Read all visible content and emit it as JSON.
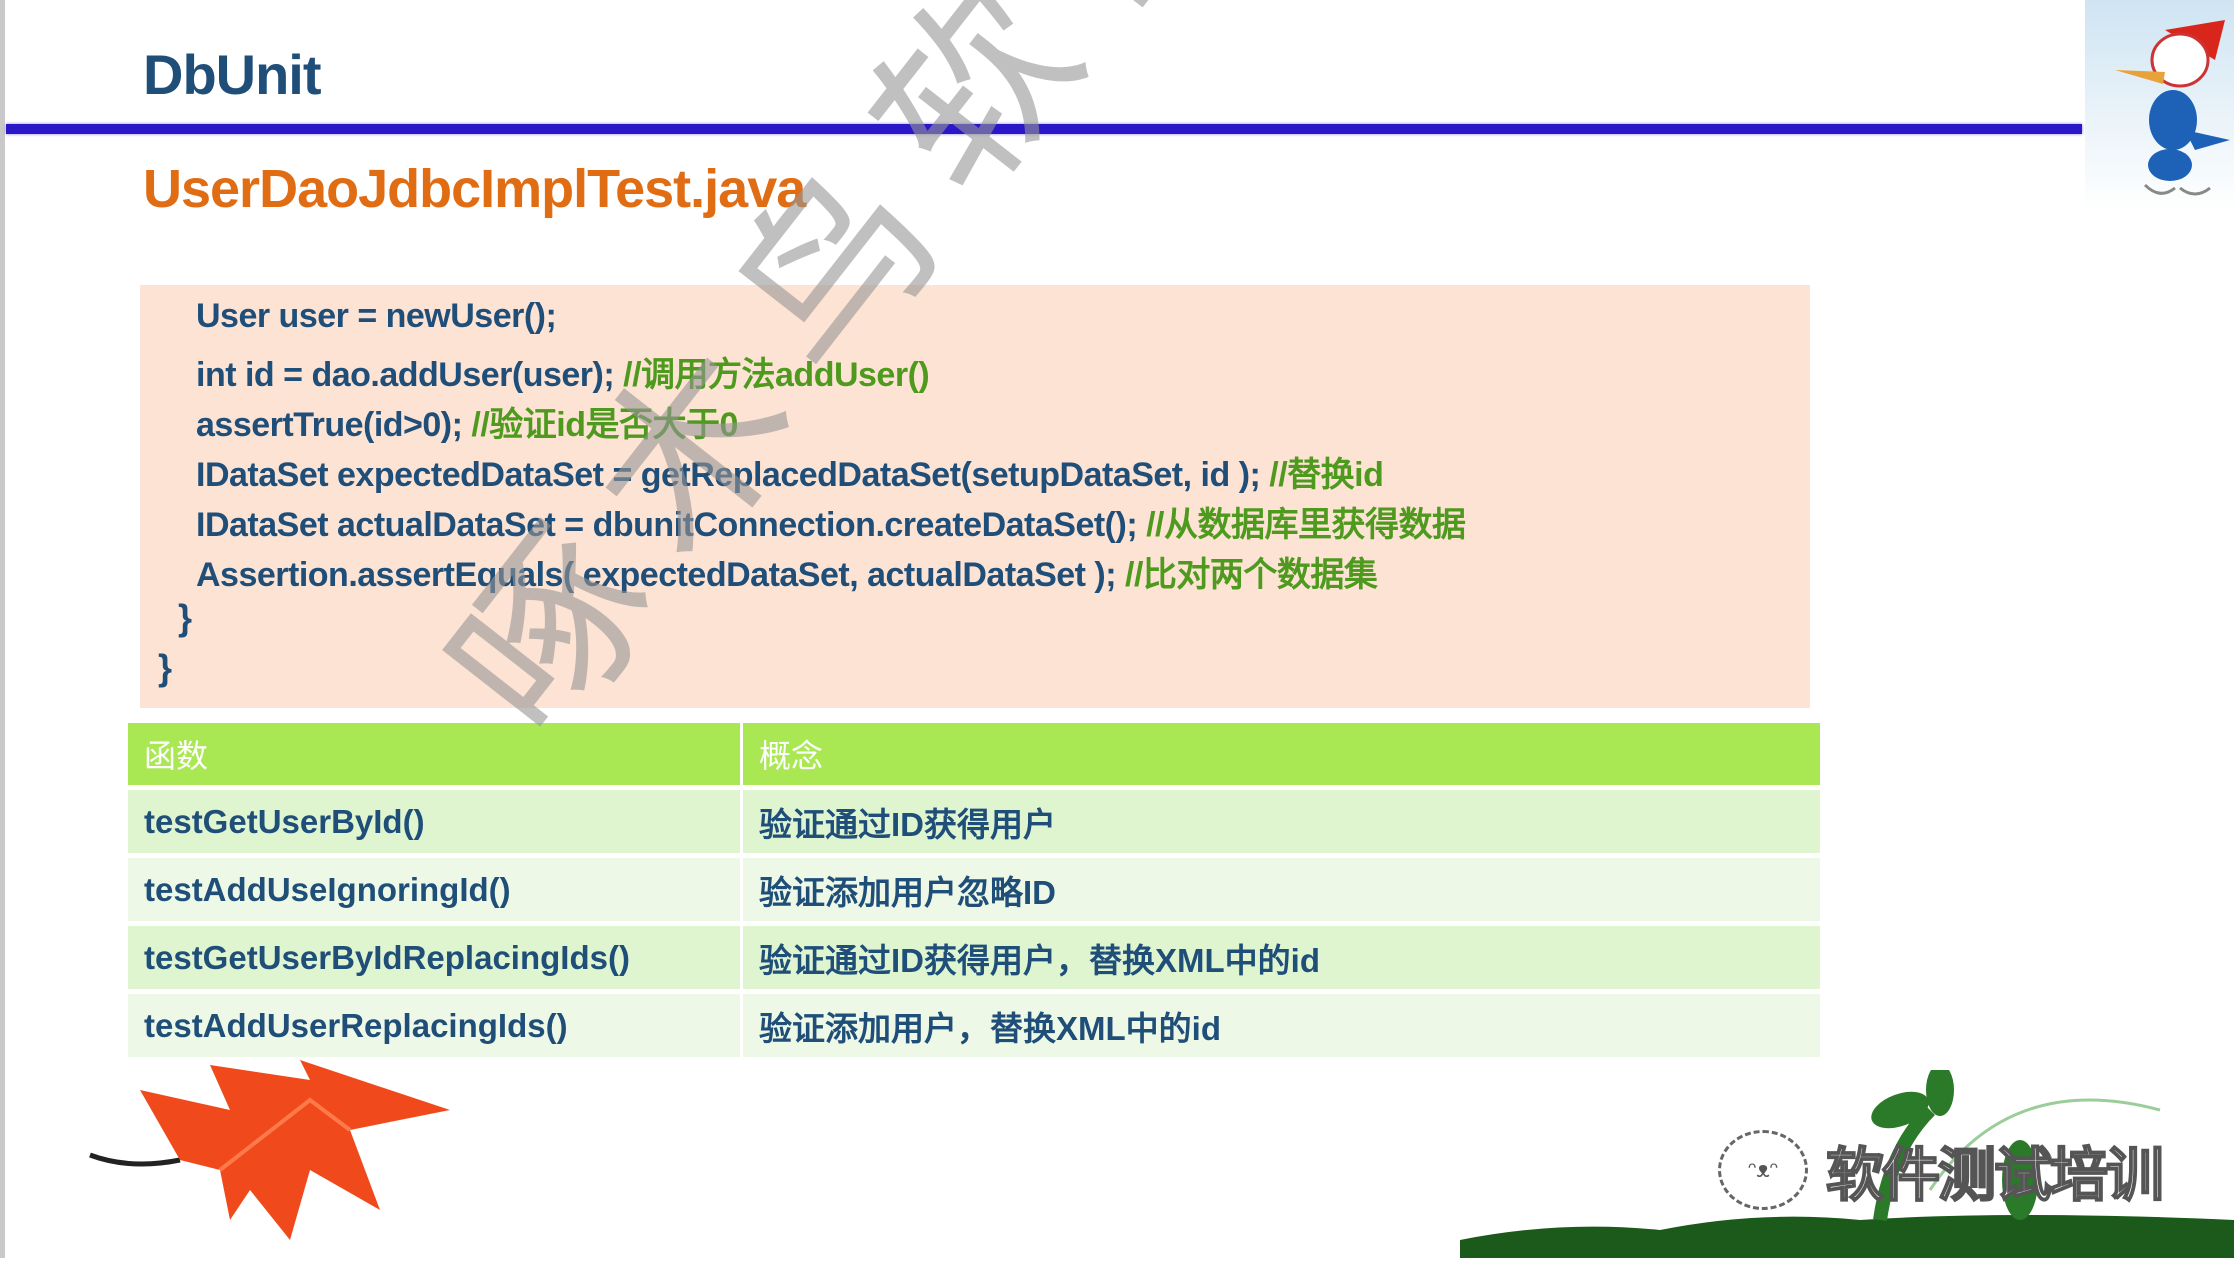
{
  "slide": {
    "title": "DbUnit",
    "subtitle": "UserDaoJdbcImplTest.java",
    "colors": {
      "title": "#1f4e79",
      "subtitle": "#e06c14",
      "rule": "#2a18c8",
      "code_bg": "#fde3d3",
      "code_text": "#1f4e79",
      "comment": "#4e9a1e",
      "table_header": "#a9e852",
      "row_odd": "#dff5d0",
      "row_even": "#eef8e6"
    }
  },
  "code": {
    "lines": [
      {
        "code": "User user = newUser();",
        "comment": ""
      },
      {
        "code": "int id = dao.addUser(user); ",
        "comment": "//调用方法addUser()"
      },
      {
        "code": "assertTrue(id>0); ",
        "comment": "//验证id是否大于0"
      },
      {
        "code": "IDataSet expectedDataSet = getReplacedDataSet(setupDataSet, id ); ",
        "comment": "//替换id"
      },
      {
        "code": "IDataSet actualDataSet = dbunitConnection.createDataSet(); ",
        "comment": "//从数据库里获得数据"
      },
      {
        "code": "Assertion.assertEquals( expectedDataSet, actualDataSet ); ",
        "comment": "//比对两个数据集"
      }
    ],
    "closing_braces": [
      "}",
      "}"
    ]
  },
  "table": {
    "headers": [
      "函数",
      "概念"
    ],
    "rows": [
      [
        "testGetUserById()",
        "验证通过ID获得用户"
      ],
      [
        "testAddUseIgnoringId()",
        "验证添加用户忽略ID"
      ],
      [
        "testGetUserByIdReplacingIds()",
        "验证通过ID获得用户，替换XML中的id"
      ],
      [
        "testAddUserReplacingIds()",
        "验证添加用户，替换XML中的id"
      ]
    ]
  },
  "watermarks": {
    "diagonal": "啄木鸟软件咨询",
    "wechat_label": "软件测试培训",
    "wechat_icon": "wechat-icon"
  },
  "decorations": {
    "mascot": "woodpecker-icon",
    "leaf": "maple-leaf-icon",
    "plant": "plant-sprout-icon"
  }
}
